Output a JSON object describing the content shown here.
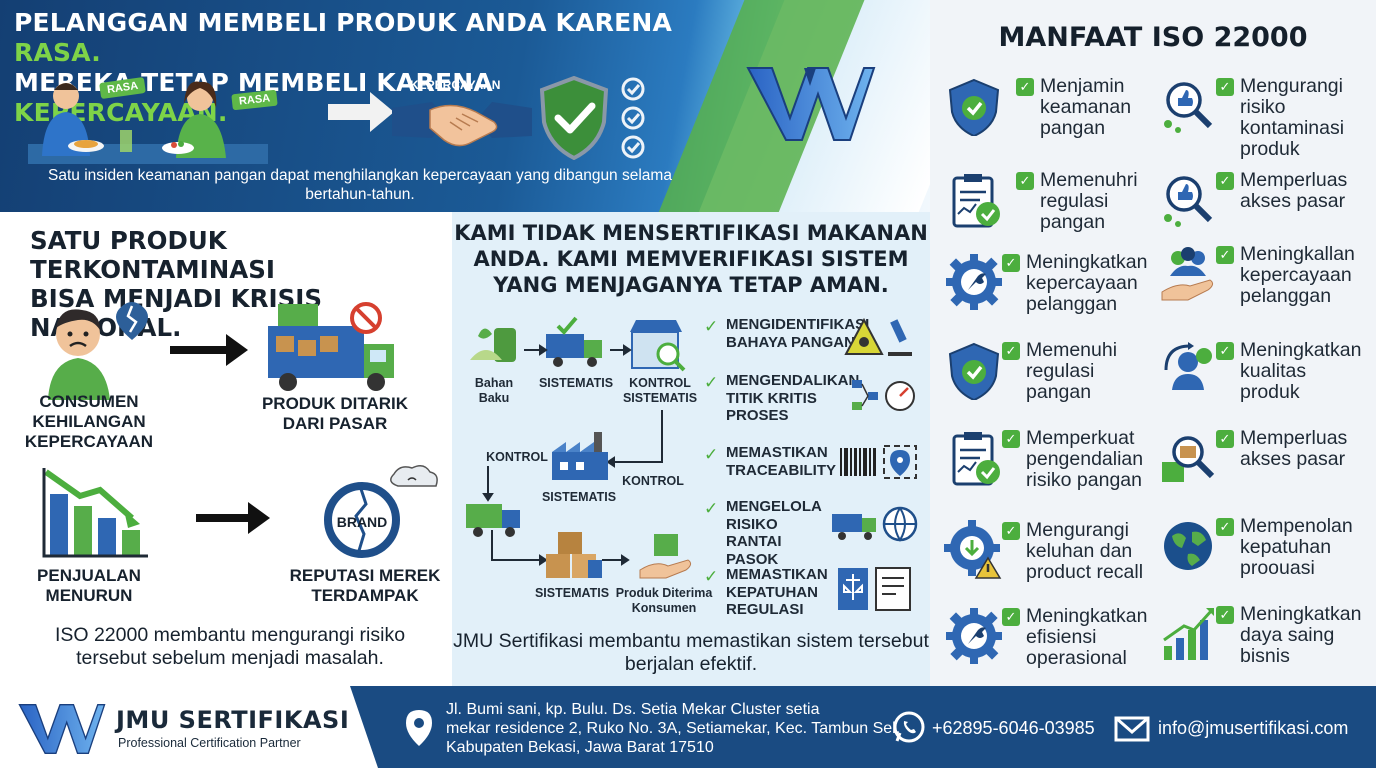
{
  "banner": {
    "line1_a": "PELANGGAN MEMBELI PRODUK ANDA KARENA ",
    "line1_b": "RASA.",
    "line2_a": "MEREKA TETAP MEMBELI KARENA ",
    "line2_b": "KEPERCAYAAN.",
    "tag1": "RASA",
    "tag2": "RASA",
    "handshake_label": "KEPERCAYAAN",
    "note": "Satu insiden keamanan pangan dapat menghilangkan kepercayaan yang dibangun selama bertahun-tahun."
  },
  "crisis": {
    "title_a": "SATU PRODUK TERKONTAMINASI",
    "title_b": "BISA MENJADI ",
    "title_c": "KRISIS NASIONAL.",
    "cap1": "CONSUMEN\nKEHILANGAN\nKEPERCAYAAN",
    "cap2": "PRODUK DITARIK\nDARI PASAR",
    "cap3": "PENJUALAN\nMENURUN",
    "cap4": "REPUTASI MEREK\nTERDAMPAK",
    "brand_word": "BRAND",
    "note": "ISO 22000 membantu mengurangi risiko tersebut sebelum menjadi masalah."
  },
  "system": {
    "title": "KAMI TIDAK MENSERTIFIKASI MAKANAN ANDA. KAMI MEMVERIFIKASI SISTEM YANG MENJAGANYA TETAP AMAN.",
    "flow": {
      "bahan": "Bahan\nBaku",
      "sistematis1": "SISTEMATIS",
      "kontrol1": "KONTROL\nSISTEMATIS",
      "kontrol2": "KONTROL",
      "sistematis2": "SISTEMATIS",
      "kontrol3": "KONTROL",
      "sistematis3": "SISTEMATIS",
      "diterima": "Produk Diterima\nKonsumen"
    },
    "checks": [
      "MENGIDENTIFIKASI\nBAHAYA PANGAN",
      "MENGENDALIKAN\nTITIK KRITIS\nPROSES",
      "MEMASTIKAN\nTRACEABILITY",
      "MENGELOLA\nRISIKO RANTAI\nPASOK",
      "MEMASTIKAN\nKEPATUHAN\nREGULASI"
    ],
    "note": "JMU Sertifikasi membantu memastikan sistem tersebut berjalan efektif."
  },
  "benefits": {
    "title": "MANFAAT ISO 22000",
    "left": [
      {
        "icon": "shield-check-icon",
        "text": "Menjamin\nkeamanan\npangan"
      },
      {
        "icon": "clipboard-check-icon",
        "text": "Memenuhri\nregulasi\npangan"
      },
      {
        "icon": "gear-wrench-icon",
        "text": "Meningkatkan\nkepercayaan\npelanggan"
      },
      {
        "icon": "shield-check-icon",
        "text": "Memenuhi\nregulasi\npangan"
      },
      {
        "icon": "clipboard-check-icon",
        "text": "Memperkuat\npengendalian\nrisiko pangan"
      },
      {
        "icon": "gear-warning-icon",
        "text": "Mengurangi\nkeluhan dan\nproduct recall"
      },
      {
        "icon": "gear-wrench-icon",
        "text": "Meningkatkan\nefisiensi\noperasional"
      }
    ],
    "right": [
      {
        "icon": "magnifier-thumb-icon",
        "text": "Mengurangi\nrisiko\nkontaminasi\nproduk"
      },
      {
        "icon": "magnifier-thumb-icon",
        "text": "Memperluas\nakses pasar"
      },
      {
        "icon": "hand-people-icon",
        "text": "Meningkallan\nkepercayaan\npelanggan"
      },
      {
        "icon": "person-cycle-icon",
        "text": "Meningkatkan\nkualitas\nproduk"
      },
      {
        "icon": "magnifier-box-icon",
        "text": "Memperluas\nakses pasar"
      },
      {
        "icon": "globe-icon",
        "text": "Mempenolan\nkepatuhan\nproouasi"
      },
      {
        "icon": "growth-chart-icon",
        "text": "Meningkatkan\ndaya saing\nbisnis"
      }
    ]
  },
  "footer": {
    "brand": "JMU SERTIFIKASI",
    "tagline": "Professional Certification Partner",
    "address": "Jl. Bumi sani, kp. Bulu. Ds. Setia Mekar Cluster setia\nmekar residence 2, Ruko No. 3A, Setiamekar, Kec. Tambun Sel.\nKabupaten Bekasi, Jawa Barat 17510",
    "phone": "+62895-6046-03985",
    "email": "info@jmusertifikasi.com"
  },
  "colors": {
    "navy": "#1a4b82",
    "green": "#4cae3e",
    "light_blue": "#e2f0f9",
    "panel_gray": "#f1f4f8"
  }
}
